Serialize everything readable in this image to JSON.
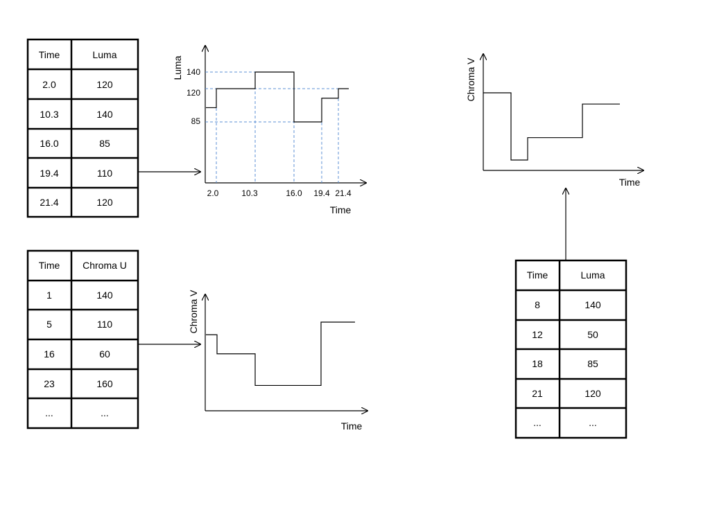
{
  "tables": [
    {
      "headers": [
        "Time",
        "Luma"
      ],
      "rows": [
        [
          "2.0",
          "120"
        ],
        [
          "10.3",
          "140"
        ],
        [
          "16.0",
          "85"
        ],
        [
          "19.4",
          "110"
        ],
        [
          "21.4",
          "120"
        ]
      ]
    },
    {
      "headers": [
        "Time",
        "Chroma U"
      ],
      "rows": [
        [
          "1",
          "140"
        ],
        [
          "5",
          "110"
        ],
        [
          "16",
          "60"
        ],
        [
          "23",
          "160"
        ],
        [
          "...",
          "..."
        ]
      ]
    },
    {
      "headers": [
        "Time",
        "Luma"
      ],
      "rows": [
        [
          "8",
          "140"
        ],
        [
          "12",
          "50"
        ],
        [
          "18",
          "85"
        ],
        [
          "21",
          "120"
        ],
        [
          "...",
          "..."
        ]
      ]
    }
  ],
  "chart_data": [
    {
      "type": "line",
      "step": "post",
      "xlabel": "Time",
      "ylabel": "Luma",
      "x_ticks": [
        "2.0",
        "10.3",
        "16.0",
        "19.4",
        "21.4"
      ],
      "y_ticks": [
        "140",
        "120",
        "85"
      ],
      "series": [
        {
          "x": [
            0,
            2.0,
            10.3,
            16.0,
            19.4,
            21.4,
            23.5
          ],
          "y": [
            100,
            120,
            140,
            85,
            110,
            120,
            120
          ]
        }
      ],
      "guides": true
    },
    {
      "type": "line",
      "step": "post",
      "xlabel": "Time",
      "ylabel": "Chroma V",
      "series": [
        {
          "x": [
            0,
            1,
            5,
            16,
            23
          ],
          "y": [
            140,
            110,
            60,
            160,
            160
          ]
        }
      ]
    },
    {
      "type": "line",
      "step": "post",
      "xlabel": "Time",
      "ylabel": "Chroma V",
      "series": [
        {
          "x": [
            0,
            8,
            12,
            18,
            21
          ],
          "y": [
            140,
            20,
            60,
            120,
            120
          ]
        }
      ]
    }
  ]
}
